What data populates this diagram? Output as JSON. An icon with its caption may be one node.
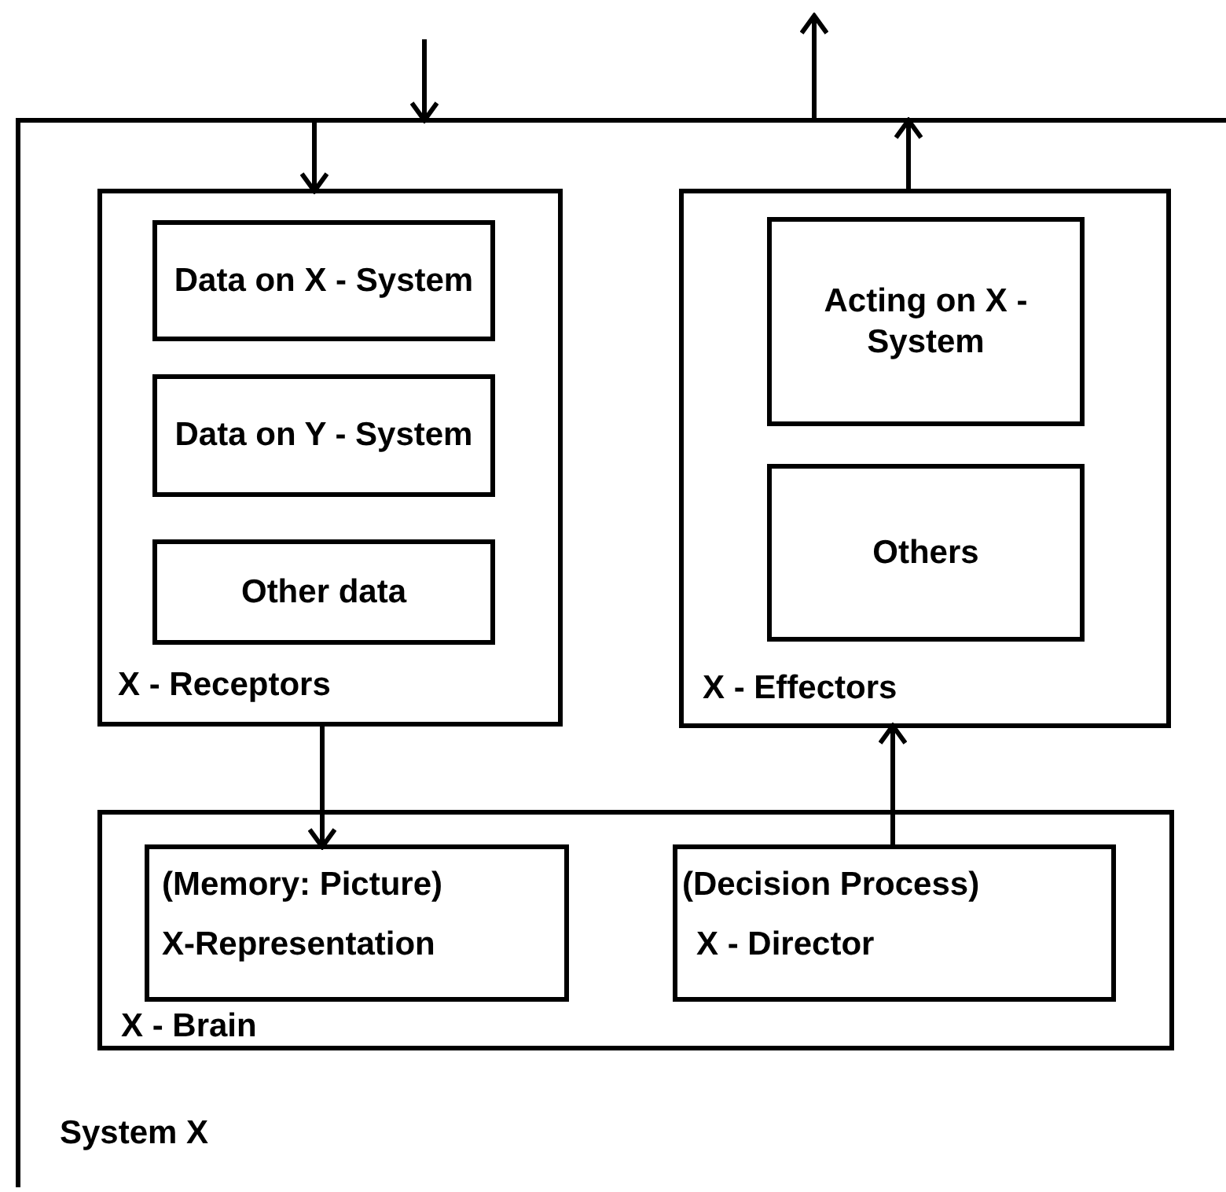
{
  "diagram": {
    "nodes": [
      {
        "text": [
          "System X"
        ]
      },
      {
        "text": [
          "X - Receptors"
        ],
        "in": 0
      },
      {
        "text": [
          "Data on X - System"
        ],
        "in": 1
      },
      {
        "text": [
          "Data on Y - System"
        ],
        "in": 1
      },
      {
        "text": [
          "Other data"
        ],
        "in": 1
      },
      {
        "text": [
          "X - Effectors"
        ],
        "in": 0
      },
      {
        "text": [
          "Acting on X - System"
        ],
        "in": 5
      },
      {
        "text": [
          "Others"
        ],
        "in": 5
      },
      {
        "text": [
          "X - Brain"
        ],
        "in": 0
      },
      {
        "text": [
          "(Memory: Picture)",
          "X-Representation"
        ],
        "in": 8
      },
      {
        "text": [
          "(Decision Process)",
          "X - Director"
        ],
        "in": 8
      }
    ],
    "edges": [
      {
        "from": null,
        "to": 0,
        "arrow": "to"
      },
      {
        "from": 0,
        "to": null,
        "arrow": "to"
      },
      {
        "from": 0,
        "to": 1,
        "arrow": "to"
      },
      {
        "from": 5,
        "to": 0,
        "arrow": "to"
      },
      {
        "from": 1,
        "to": 9,
        "arrow": "to"
      },
      {
        "from": 10,
        "to": 5,
        "arrow": "to"
      }
    ]
  }
}
